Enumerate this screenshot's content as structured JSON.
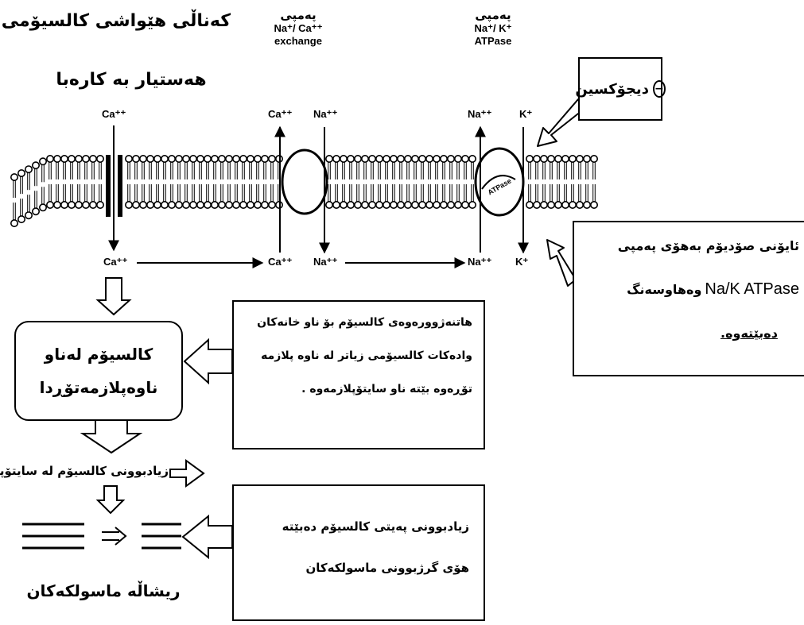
{
  "title": {
    "line1": "كەناڵی هێواشی کالسیۆمی",
    "line2": "هەستیار بە کارەبا"
  },
  "pumps": {
    "exchanger": {
      "title": "پەمپی",
      "line2": "Na⁺/ Ca⁺⁺",
      "line3": "exchange"
    },
    "atpase": {
      "title": "پەمپی",
      "line2": "Na⁺/ K⁺",
      "line3": "ATPase"
    }
  },
  "ions": {
    "top": [
      "Ca⁺⁺",
      "Ca⁺⁺",
      "Na⁺⁺",
      "Na⁺⁺",
      "K⁺"
    ],
    "bottom": [
      "Ca⁺⁺",
      "Ca⁺⁺",
      "Na⁺⁺",
      "Na⁺⁺",
      "K⁺"
    ]
  },
  "atpase_inner_label": "ATPase",
  "digoxin": {
    "label": "دیجۆکسین",
    "sign": "−"
  },
  "sodium_box": {
    "line1": "ئایۆنی صۆدیۆم بەهۆی پەمپی",
    "line2_latin": "Na/K ATPase",
    "line2_rtl": "وەهاوسەنگ",
    "line3": "دەبێتەوە."
  },
  "release_box": {
    "line1": "هاتنەژوورەوەی کالسیۆم بۆ ناو خانەکان",
    "line2": "وادەکات کالسیۆمی زیاتر لە ناوە پلازمە",
    "line3": "تۆڕەوە بێتە ناو سایتۆپلازمەوە ."
  },
  "sr_box": {
    "line1": "کالسیۆم لەناو",
    "line2": "ناوەپلازمەتۆڕدا"
  },
  "increase_line": "زیادبوونی کالسیۆم لە سایتۆپلازم",
  "effect_box": {
    "line1": "زیادبوونی پەیتی کالسیۆم دەبێتە",
    "line2": "هۆی گرژبوونی ماسولکەکان"
  },
  "bottom_label": "ریشاڵە ماسولکەکان"
}
